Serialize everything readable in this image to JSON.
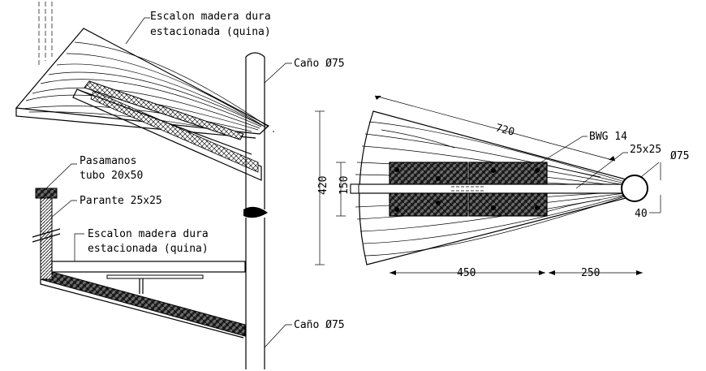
{
  "labels": {
    "escalon_top_1": "Escalon madera dura",
    "escalon_top_2": "estacionada (quina)",
    "cano_top": "Caño Ø75",
    "pasamanos_1": "Pasamanos",
    "pasamanos_2": "tubo 20x50",
    "parante": "Parante 25x25",
    "escalon_bottom_1": "Escalon madera dura",
    "escalon_bottom_2": "estacionada (quina)",
    "cano_bottom": "Caño Ø75",
    "bwg": "BWG 14",
    "tube_25": "25x25",
    "tube_75": "Ø75"
  },
  "dimensions": {
    "length_720": "720",
    "height_420": "420",
    "width_150": "150",
    "length_450": "450",
    "length_250": "250",
    "offset_40": "40"
  },
  "colors": {
    "line": "#000000",
    "background": "#ffffff"
  }
}
